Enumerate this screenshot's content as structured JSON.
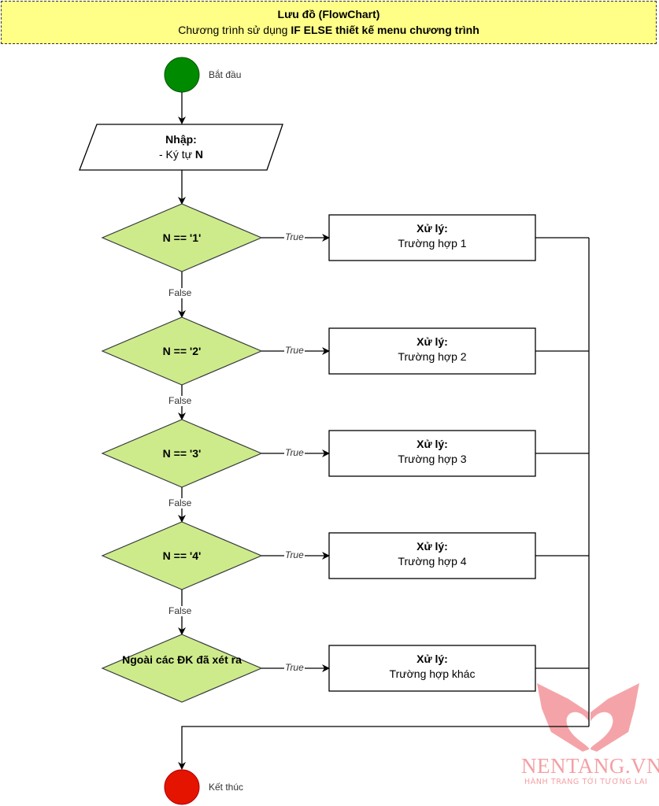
{
  "header": {
    "title": "Lưu đồ (FlowChart)",
    "subtitle_plain": "Chương trình sử dụng ",
    "subtitle_bold": "IF ELSE thiết kế menu chương trình"
  },
  "start": {
    "label": "Bắt đầu",
    "color": "#008a00"
  },
  "end": {
    "label": "Kết thúc",
    "color": "#e51400"
  },
  "input": {
    "title": "Nhập:",
    "line_plain": "- Ký tự ",
    "line_bold": "N"
  },
  "decisions": [
    {
      "text": "N == '1'"
    },
    {
      "text": "N == '2'"
    },
    {
      "text": "N == '3'"
    },
    {
      "text": "N == '4'"
    },
    {
      "text": "Ngoài các ĐK đã xét ra"
    }
  ],
  "processes": [
    {
      "title": "Xử lý:",
      "body": "Trường hợp 1"
    },
    {
      "title": "Xử lý:",
      "body": "Trường hợp 2"
    },
    {
      "title": "Xử lý:",
      "body": "Trường hợp 3"
    },
    {
      "title": "Xử lý:",
      "body": "Trường hợp 4"
    },
    {
      "title": "Xử lý:",
      "body": "Trường hợp khác"
    }
  ],
  "edge_labels": {
    "true": "True",
    "false": "False"
  },
  "decision_color": "#cdeb8b",
  "watermark": {
    "brand": "NENTANG.VN",
    "slogan": "HÀNH TRANG TỚI TƯƠNG LAI",
    "color": "#f4a0a4"
  }
}
